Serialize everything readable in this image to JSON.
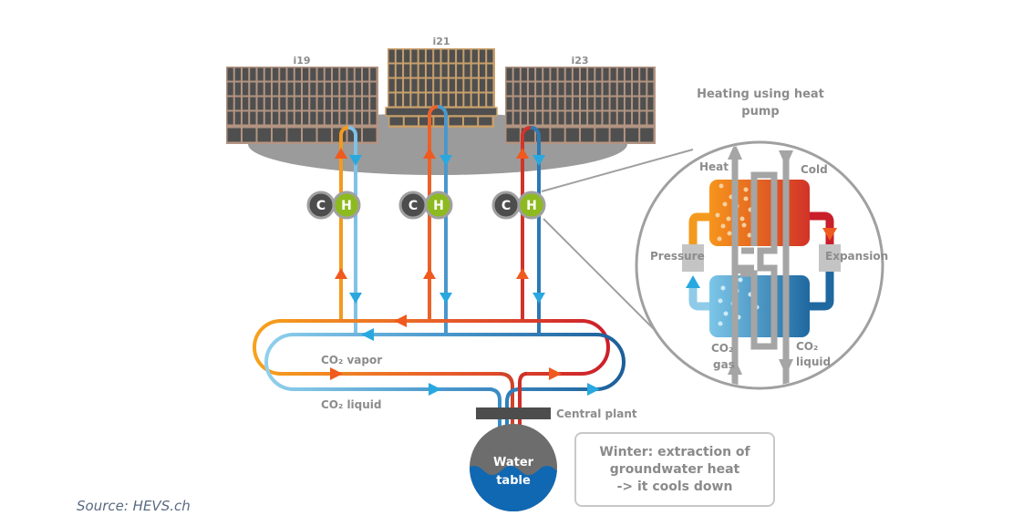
{
  "buildings": [
    {
      "label": "i19"
    },
    {
      "label": "i21"
    },
    {
      "label": "i23"
    }
  ],
  "substation": {
    "cold_label": "C",
    "hot_label": "H"
  },
  "network": {
    "vapor_label": "CO₂ vapor",
    "liquid_label": "CO₂ liquid",
    "central_plant_label": "Central plant"
  },
  "water_table": {
    "line1": "Water",
    "line2": "table"
  },
  "heat_pump": {
    "title_line1": "Heating using heat",
    "title_line2": "pump",
    "heat_label": "Heat",
    "cold_label": "Cold",
    "pressure_label": "Pressure",
    "expansion_label": "Expansion",
    "gas_label_line1": "CO₂",
    "gas_label_line2": "gas",
    "liquid_label_line1": "CO₂",
    "liquid_label_line2": "liquid"
  },
  "note": {
    "line1": "Winter: extraction of",
    "line2": "groundwater heat",
    "line3": "-> it cools down"
  },
  "source": "Source: HEVS.ch",
  "colors": {
    "orange": "#f39a1e",
    "red": "#d0272a",
    "light_blue": "#8fcbe8",
    "dark_blue": "#1f6aa5",
    "arrow_orange": "#f05a1e",
    "arrow_blue": "#29a8e0",
    "green": "#8dba1f",
    "dark_gray": "#4d4d4d",
    "water": "#1068b2"
  }
}
